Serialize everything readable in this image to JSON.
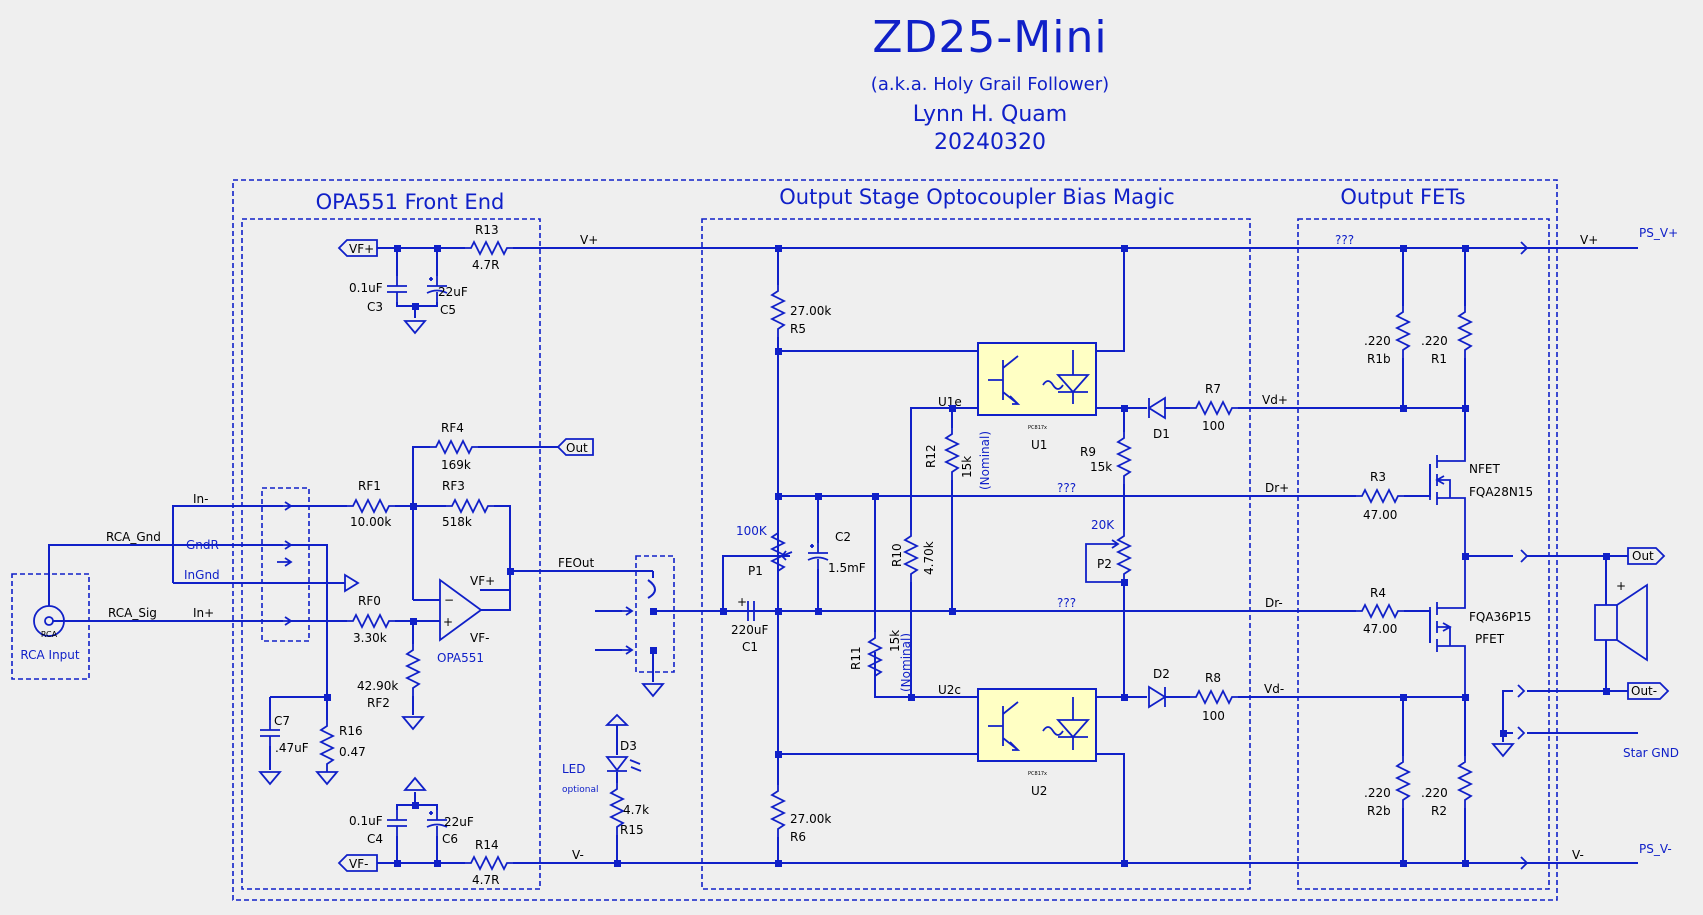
{
  "title": {
    "main": "ZD25-Mini",
    "aka": "(a.k.a. Holy Grail Follower)",
    "author": "Lynn H. Quam",
    "date": "20240320"
  },
  "sections": {
    "front_end": "OPA551 Front End",
    "bias": "Output Stage Optocoupler Bias Magic",
    "fets": "Output FETs",
    "rca_input": "RCA Input"
  },
  "nets": {
    "vf_plus": "VF+",
    "vf_minus": "VF-",
    "v_plus": "V+",
    "v_minus": "V-",
    "ps_v_plus": "PS_V+",
    "ps_v_minus": "PS_V-",
    "out": "Out",
    "out_minus": "Out-",
    "star_gnd": "Star GND",
    "in_minus": "In-",
    "in_plus": "In+",
    "rca_gnd": "RCA_Gnd",
    "rca_sig": "RCA_Sig",
    "gndr": "GndR",
    "ingnd": "InGnd",
    "feout": "FEOut",
    "vd_plus": "Vd+",
    "vd_minus": "Vd-",
    "dr_plus": "Dr+",
    "dr_minus": "Dr-",
    "unknown": "???",
    "u1e": "U1e",
    "u2c": "U2c",
    "rca": "RCA",
    "plus": "+"
  },
  "components": {
    "R13": {
      "ref": "R13",
      "value": "4.7R"
    },
    "R14": {
      "ref": "R14",
      "value": "4.7R"
    },
    "C3": {
      "ref": "C3",
      "value": "0.1uF"
    },
    "C5": {
      "ref": "C5",
      "value": "22uF"
    },
    "C4": {
      "ref": "C4",
      "value": "0.1uF"
    },
    "C6": {
      "ref": "C6",
      "value": "22uF"
    },
    "RF4": {
      "ref": "RF4",
      "value": "169k"
    },
    "RF1": {
      "ref": "RF1",
      "value": "10.00k"
    },
    "RF3": {
      "ref": "RF3",
      "value": "518k"
    },
    "RF0": {
      "ref": "RF0",
      "value": "3.30k"
    },
    "RF2": {
      "ref": "RF2",
      "value": "42.90k"
    },
    "C7": {
      "ref": "C7",
      "value": ".47uF"
    },
    "R16": {
      "ref": "R16",
      "value": "0.47"
    },
    "OPA551": {
      "ref": "OPA551"
    },
    "R5": {
      "ref": "R5",
      "value": "27.00k"
    },
    "R6": {
      "ref": "R6",
      "value": "27.00k"
    },
    "P1": {
      "ref": "P1",
      "value": "100K"
    },
    "C2": {
      "ref": "C2",
      "value": "1.5mF"
    },
    "C1": {
      "ref": "C1",
      "value": "220uF"
    },
    "R12": {
      "ref": "R12",
      "value": "15k",
      "note": "(Nominal)"
    },
    "R11": {
      "ref": "R11",
      "value": "15k",
      "note": "(Nominal)"
    },
    "R10": {
      "ref": "R10",
      "value": "4.70k"
    },
    "R9": {
      "ref": "R9",
      "value": "15k"
    },
    "P2": {
      "ref": "P2",
      "value": "20K"
    },
    "U1": {
      "ref": "U1",
      "part": "PC817x"
    },
    "U2": {
      "ref": "U2",
      "part": "PC817x"
    },
    "D1": {
      "ref": "D1"
    },
    "D2": {
      "ref": "D2"
    },
    "D3": {
      "ref": "D3",
      "note": "LED",
      "note2": "optional"
    },
    "R15": {
      "ref": "R15",
      "value": "4.7k"
    },
    "R7": {
      "ref": "R7",
      "value": "100"
    },
    "R8": {
      "ref": "R8",
      "value": "100"
    },
    "R1b": {
      "ref": "R1b",
      "value": ".220"
    },
    "R1": {
      "ref": "R1",
      "value": ".220"
    },
    "R2b": {
      "ref": "R2b",
      "value": ".220"
    },
    "R2": {
      "ref": "R2",
      "value": ".220"
    },
    "R3": {
      "ref": "R3",
      "value": "47.00"
    },
    "R4": {
      "ref": "R4",
      "value": "47.00"
    },
    "Q1": {
      "type": "NFET",
      "part": "FQA28N15"
    },
    "Q2": {
      "type": "PFET",
      "part": "FQA36P15"
    }
  }
}
